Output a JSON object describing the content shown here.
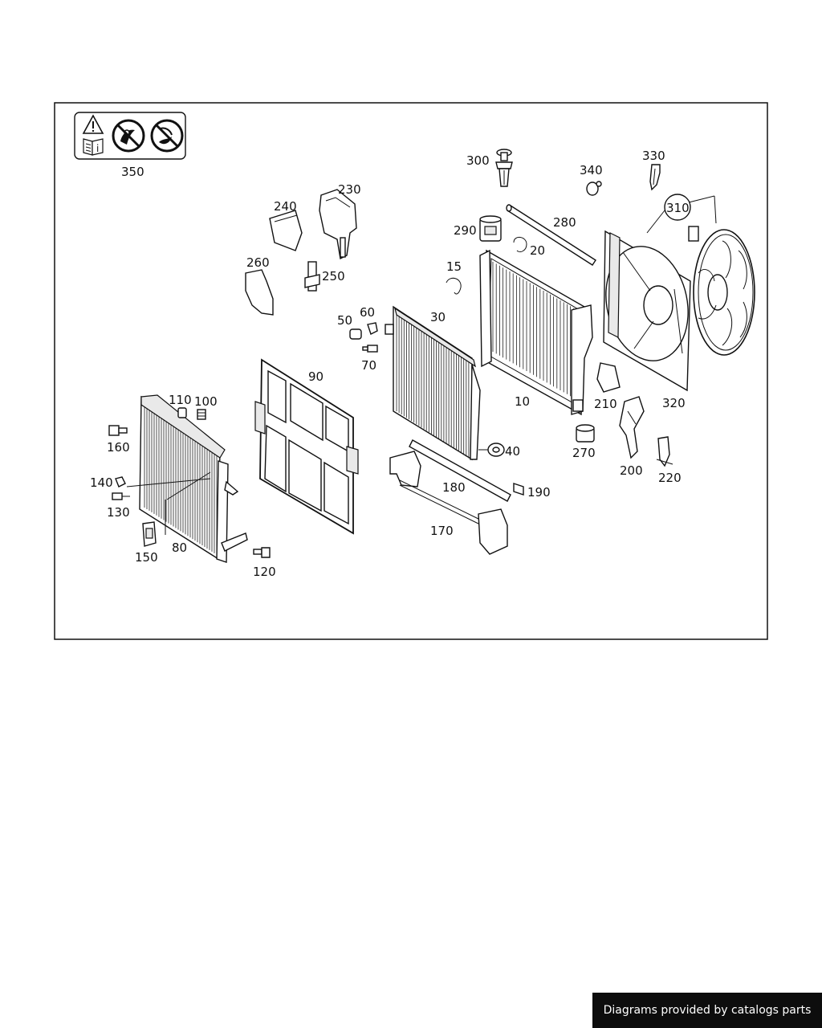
{
  "labels": {
    "l350": "350",
    "l300": "300",
    "l340": "340",
    "l330": "330",
    "l310": "310",
    "l240": "240",
    "l230": "230",
    "l280": "280",
    "l290": "290",
    "l20": "20",
    "l260": "260",
    "l250": "250",
    "l15": "15",
    "l50": "50",
    "l60": "60",
    "l30": "30",
    "l70": "70",
    "l90": "90",
    "l10": "10",
    "l210": "210",
    "l320": "320",
    "l110": "110",
    "l100": "100",
    "l160": "160",
    "l270": "270",
    "l40": "40",
    "l200": "200",
    "l140": "140",
    "l180": "180",
    "l190": "190",
    "l220": "220",
    "l130": "130",
    "l170": "170",
    "l80": "80",
    "l150": "150",
    "l120": "120"
  },
  "credit": "Diagrams provided by catalogs parts"
}
